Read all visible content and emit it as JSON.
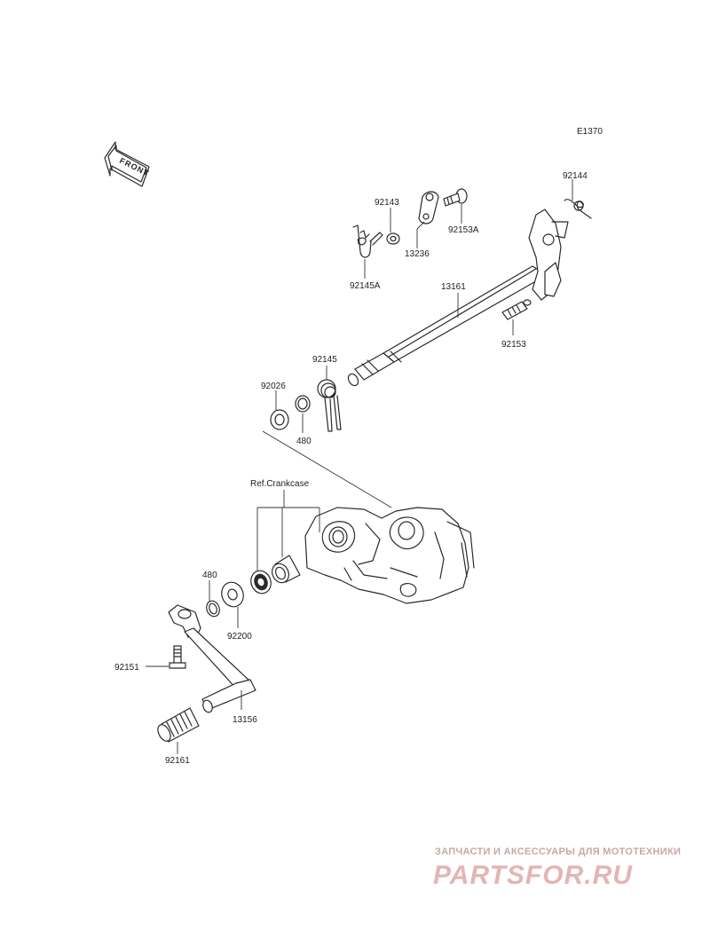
{
  "diagram": {
    "code": "E1370",
    "front_label": "FRONT",
    "ref_label": "Ref.Crankcase",
    "parts": {
      "p92144": "92144",
      "p92143": "92143",
      "p92153A": "92153A",
      "p13236": "13236",
      "p92145A": "92145A",
      "p13161": "13161",
      "p92153": "92153",
      "p92145": "92145",
      "p92026": "92026",
      "p480a": "480",
      "p480b": "480",
      "p92200": "92200",
      "p92151": "92151",
      "p13156": "13156",
      "p92161": "92161"
    }
  },
  "watermark": {
    "tagline": "ЗАПЧАСТИ И АКСЕССУАРЫ ДЛЯ МОТОТЕХНИКИ",
    "brand": "PARTSFOR.RU"
  }
}
